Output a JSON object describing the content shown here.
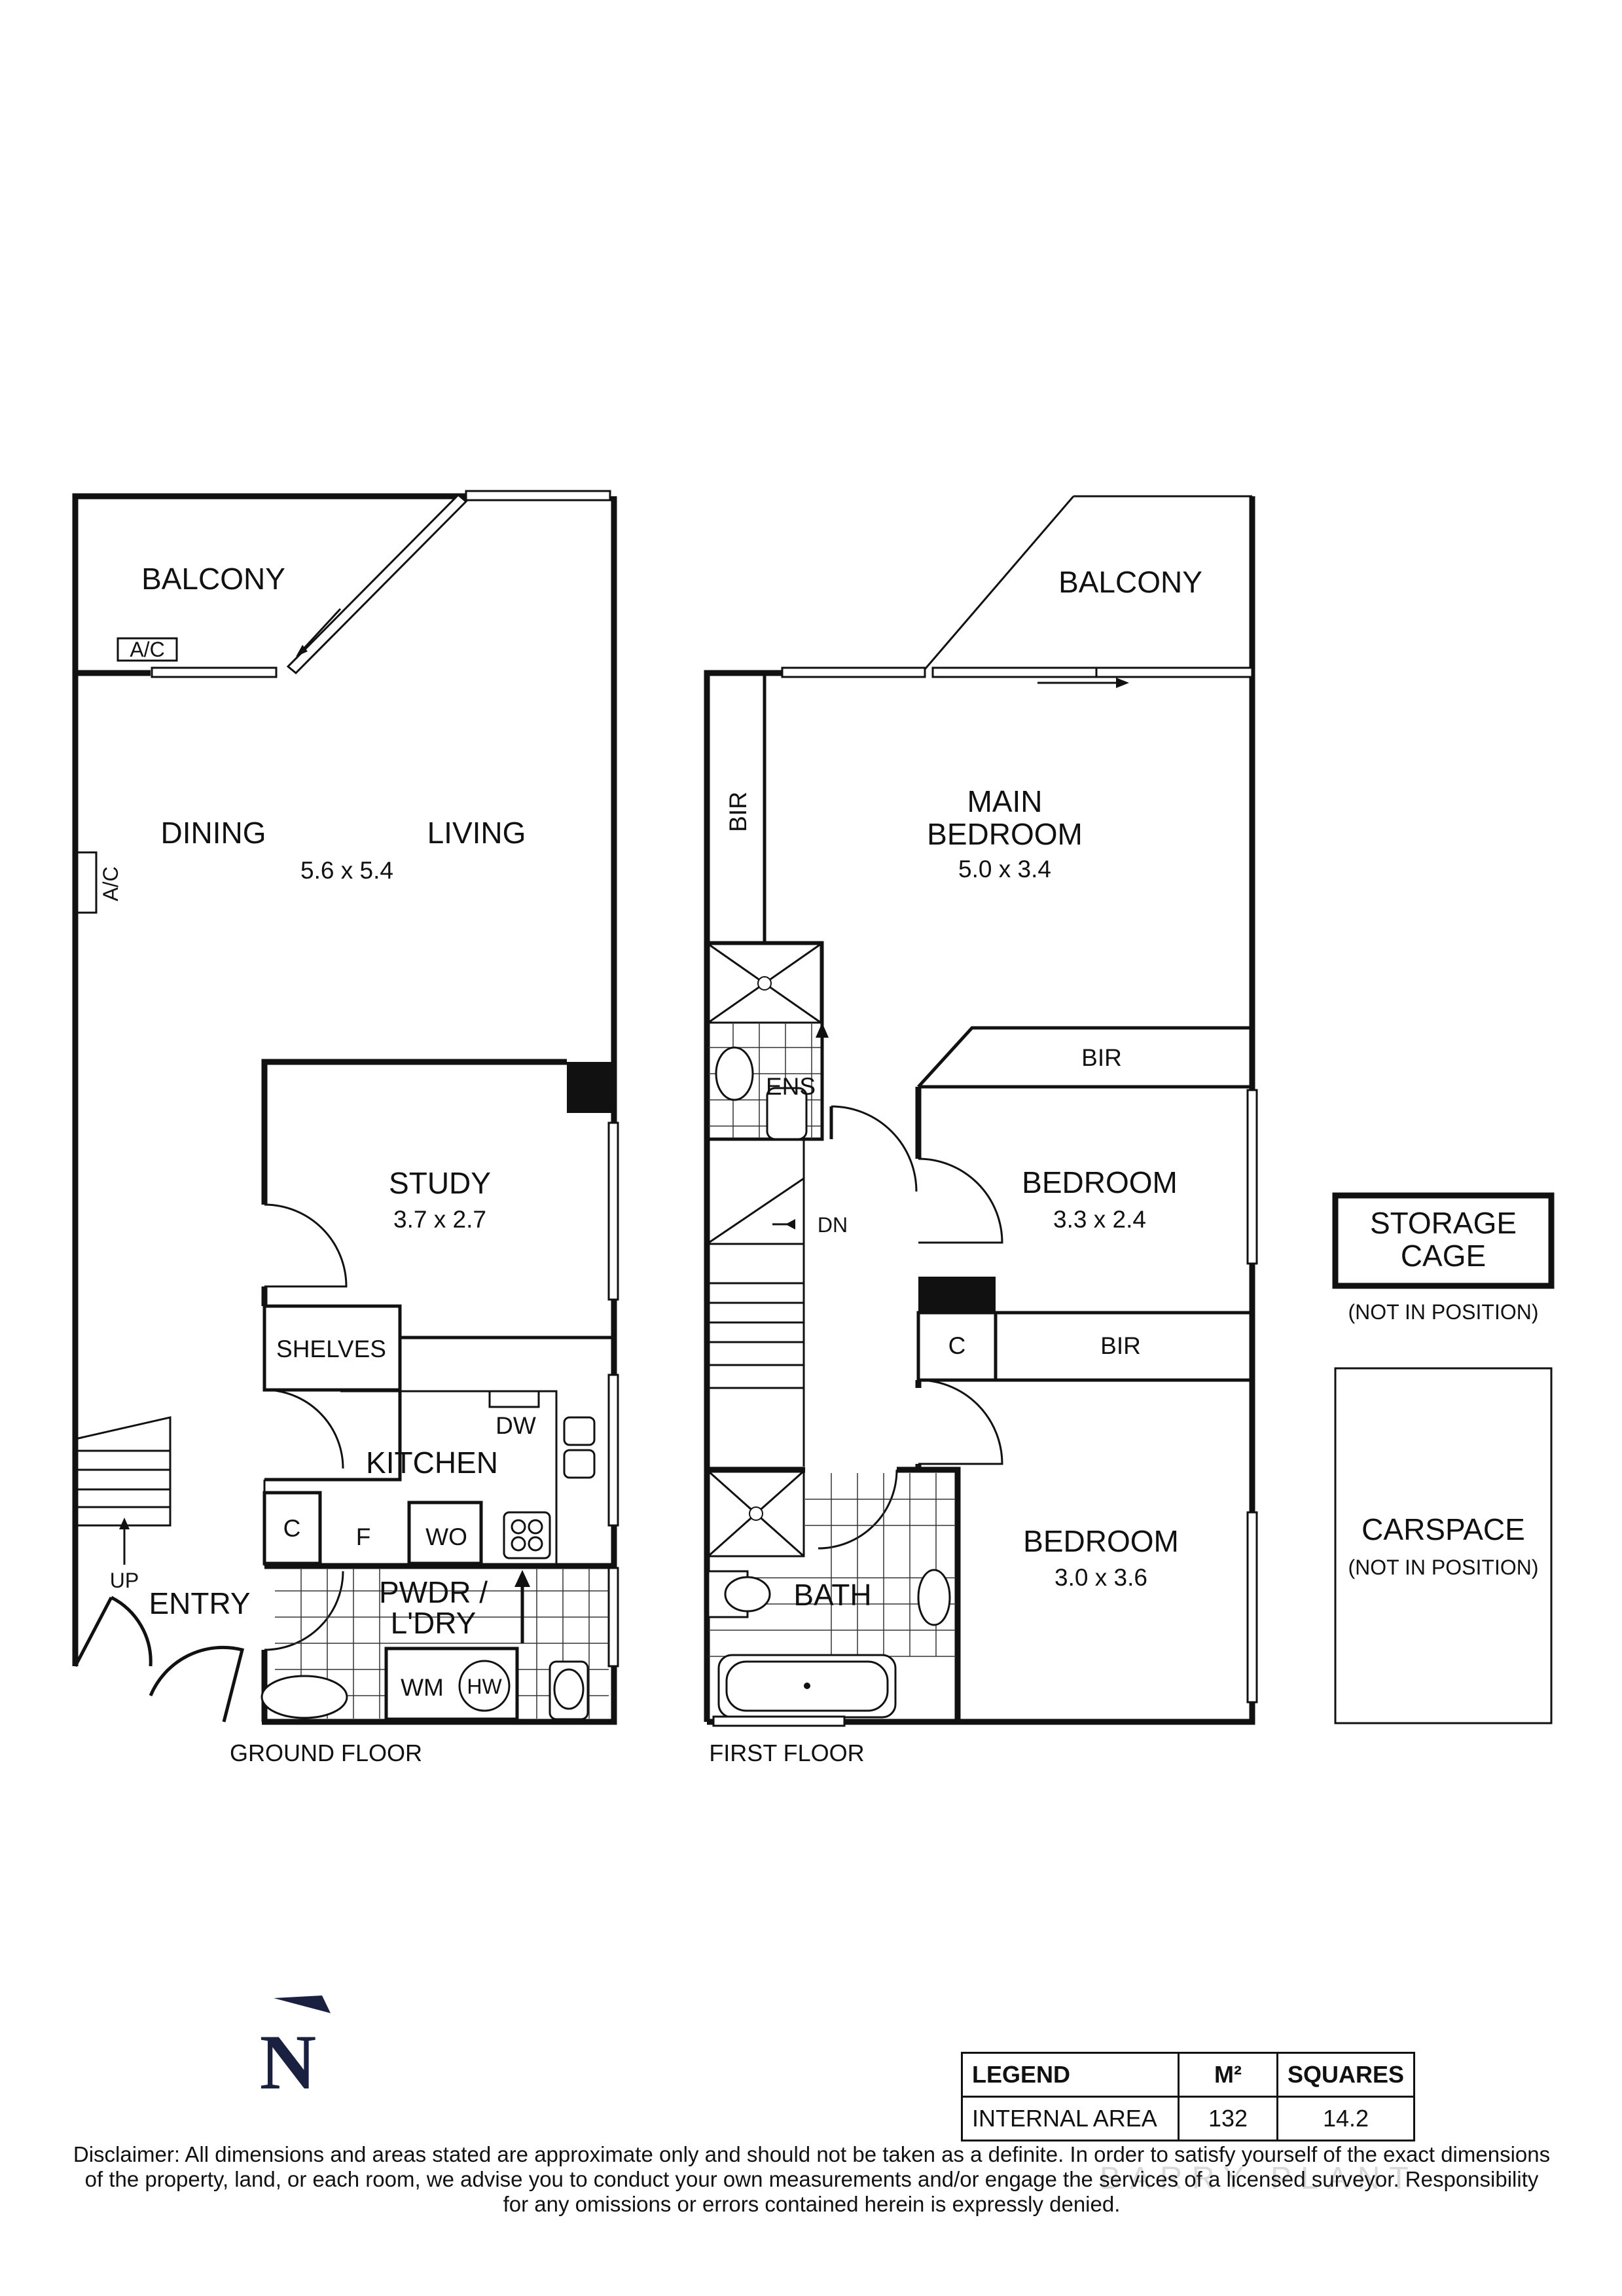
{
  "ground_floor": {
    "caption": "GROUND FLOOR",
    "balcony": "BALCONY",
    "ac_1": "A/C",
    "ac_2": "A/C",
    "dining": "DINING",
    "living": "LIVING",
    "living_dim": "5.6 x 5.4",
    "study": "STUDY",
    "study_dim": "3.7 x 2.7",
    "shelves": "SHELVES",
    "dw": "DW",
    "kitchen": "KITCHEN",
    "c": "C",
    "f": "F",
    "wo": "WO",
    "pwdr": "PWDR /",
    "ldry": "L'DRY",
    "wm": "WM",
    "hw": "HW",
    "up": "UP",
    "entry": "ENTRY"
  },
  "first_floor": {
    "caption": "FIRST FLOOR",
    "balcony": "BALCONY",
    "bir_side": "BIR",
    "main_bedroom_1": "MAIN",
    "main_bedroom_2": "BEDROOM",
    "main_bedroom_dim": "5.0 x 3.4",
    "ens": "ENS",
    "dn": "DN",
    "bir_1": "BIR",
    "bedroom_1": "BEDROOM",
    "bedroom_1_dim": "3.3 x 2.4",
    "c": "C",
    "bir_2": "BIR",
    "bath": "BATH",
    "bedroom_2": "BEDROOM",
    "bedroom_2_dim": "3.0 x 3.6"
  },
  "storage": {
    "line1": "STORAGE",
    "line2": "CAGE",
    "note": "(NOT IN POSITION)"
  },
  "carspace": {
    "label": "CARSPACE",
    "note": "(NOT IN POSITION)"
  },
  "compass": {
    "letter": "N"
  },
  "legend": {
    "headers": [
      "LEGEND",
      "M²",
      "SQUARES"
    ],
    "row": [
      "INTERNAL AREA",
      "132",
      "14.2"
    ]
  },
  "disclaimer": {
    "line1": "Disclaimer: All dimensions and areas stated are approximate only and should not be taken as a definite. In order to satisfy yourself of the exact dimensions",
    "line2": "of the property, land, or each room, we advise you to conduct your own measurements and/or engage the services of a licensed surveyor. Responsibility",
    "line3": "for any omissions or errors contained herein is expressly denied."
  },
  "watermark": "BARRY PLANT",
  "colors": {
    "ink": "#111111",
    "compass": "#1a2140",
    "watermark": "#d9d9d9"
  }
}
